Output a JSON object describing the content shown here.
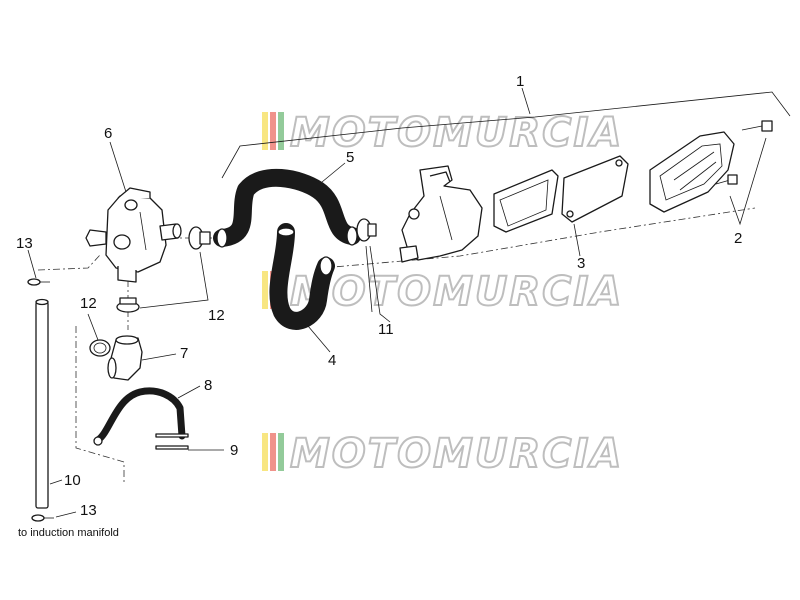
{
  "callouts": {
    "c1": "1",
    "c2": "2",
    "c3": "3",
    "c4": "4",
    "c5": "5",
    "c6": "6",
    "c7": "7",
    "c8": "8",
    "c9": "9",
    "c10": "10",
    "c11": "11",
    "c12a": "12",
    "c12b": "12",
    "c13a": "13",
    "c13b": "13"
  },
  "note": "to induction manifold",
  "watermark": "MOTOMURCIA",
  "colors": {
    "stripe_yellow": "#f2d21b",
    "stripe_red": "#e43b2c",
    "stripe_green": "#3aa047",
    "stroke": "#1a1a1a",
    "watermark_gray": "#8a8a8a"
  }
}
